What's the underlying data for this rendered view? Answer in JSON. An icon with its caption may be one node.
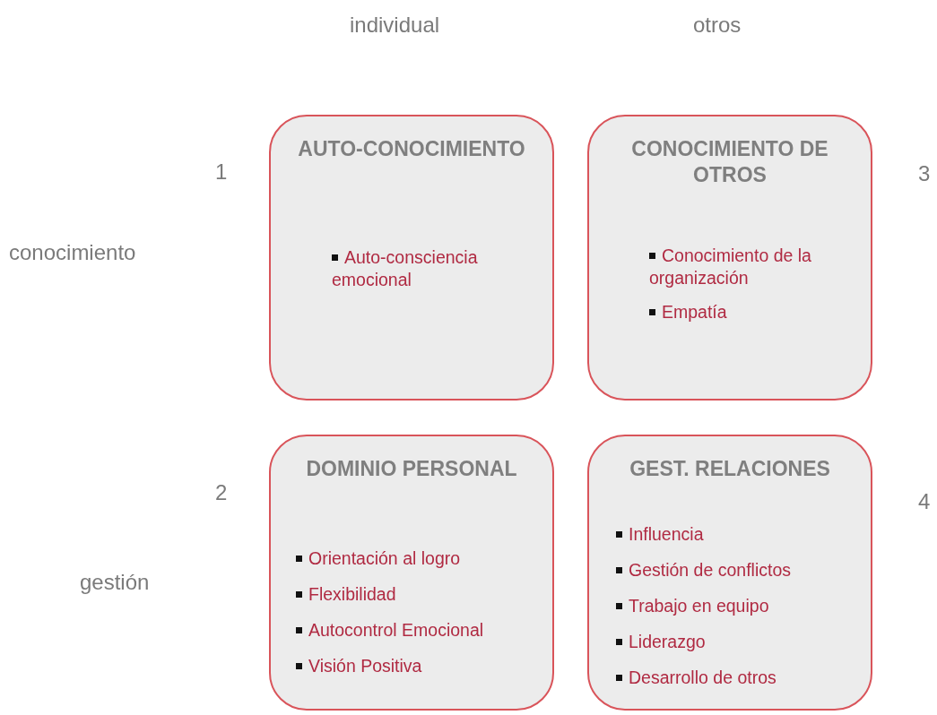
{
  "diagram": {
    "nodes": [
      {
        "text": [
          "AUTO-CONOCIMIENTO",
          "Auto-consciencia emocional"
        ]
      },
      {
        "text": [
          "CONOCIMIENTO DE OTROS",
          "Conocimiento de la organización",
          "Empatía"
        ]
      },
      {
        "text": [
          "DOMINIO PERSONAL",
          "Orientación al logro",
          "Flexibilidad",
          "Autocontrol Emocional",
          "Visión Positiva"
        ]
      },
      {
        "text": [
          "GEST. RELACIONES",
          "Influencia",
          "Gestión de conflictos",
          "Trabajo en equipo",
          "Liderazgo",
          "Desarrollo de otros"
        ]
      }
    ],
    "edges": [],
    "labels": [
      "individual",
      "otros",
      "1",
      "3",
      "conocimiento",
      "2",
      "4",
      "gestión"
    ]
  }
}
